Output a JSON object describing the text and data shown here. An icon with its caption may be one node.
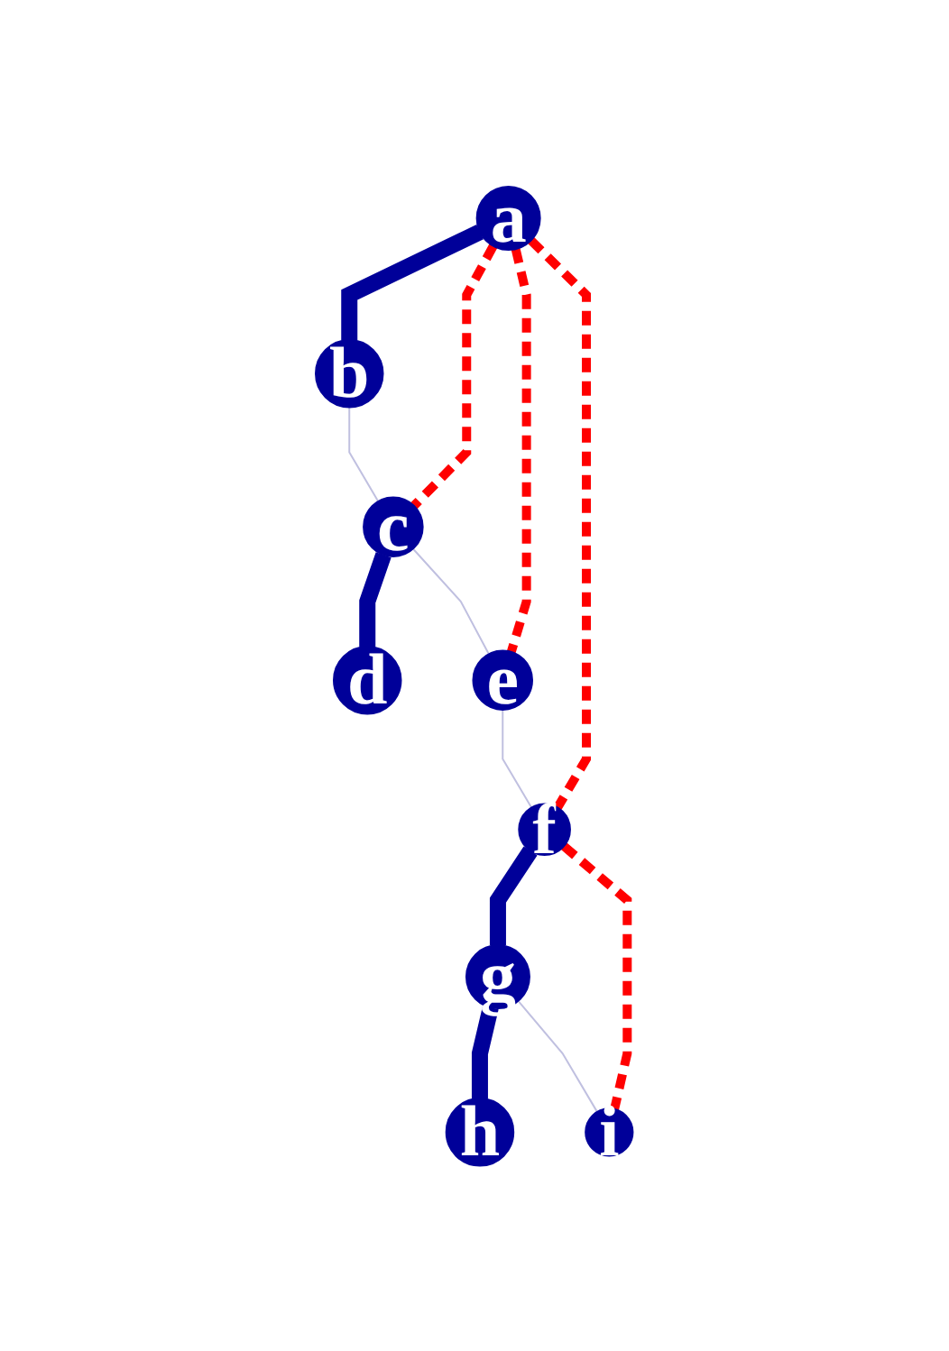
{
  "diagram": {
    "nodes": [
      {
        "text": [
          "a"
        ]
      },
      {
        "text": [
          "b"
        ]
      },
      {
        "text": [
          "c"
        ]
      },
      {
        "text": [
          "d"
        ]
      },
      {
        "text": [
          "e"
        ]
      },
      {
        "text": [
          "f"
        ]
      },
      {
        "text": [
          "g"
        ]
      },
      {
        "text": [
          "h"
        ]
      },
      {
        "text": [
          "i"
        ]
      }
    ],
    "edges": [
      {
        "from": 0,
        "to": 1,
        "arrow": "none",
        "style": "thick",
        "color": "#000099"
      },
      {
        "from": 1,
        "to": 2,
        "arrow": "none",
        "color": "#c0c0e0"
      },
      {
        "from": 2,
        "to": 3,
        "arrow": "none",
        "style": "thick",
        "color": "#000099"
      },
      {
        "from": 2,
        "to": 4,
        "arrow": "none",
        "color": "#c0c0e0"
      },
      {
        "from": 4,
        "to": 5,
        "arrow": "none",
        "color": "#c0c0e0"
      },
      {
        "from": 5,
        "to": 6,
        "arrow": "none",
        "style": "thick",
        "color": "#000099"
      },
      {
        "from": 6,
        "to": 7,
        "arrow": "none",
        "style": "thick",
        "color": "#000099"
      },
      {
        "from": 6,
        "to": 8,
        "arrow": "none",
        "color": "#c0c0e0"
      },
      {
        "from": 0,
        "to": 2,
        "arrow": "none",
        "style": "dashed",
        "color": "#ff0000"
      },
      {
        "from": 0,
        "to": 4,
        "arrow": "none",
        "style": "dashed",
        "color": "#ff0000"
      },
      {
        "from": 0,
        "to": 5,
        "arrow": "none",
        "style": "dashed",
        "color": "#ff0000"
      },
      {
        "from": 5,
        "to": 8,
        "arrow": "none",
        "style": "dashed",
        "color": "#ff0000"
      }
    ]
  }
}
